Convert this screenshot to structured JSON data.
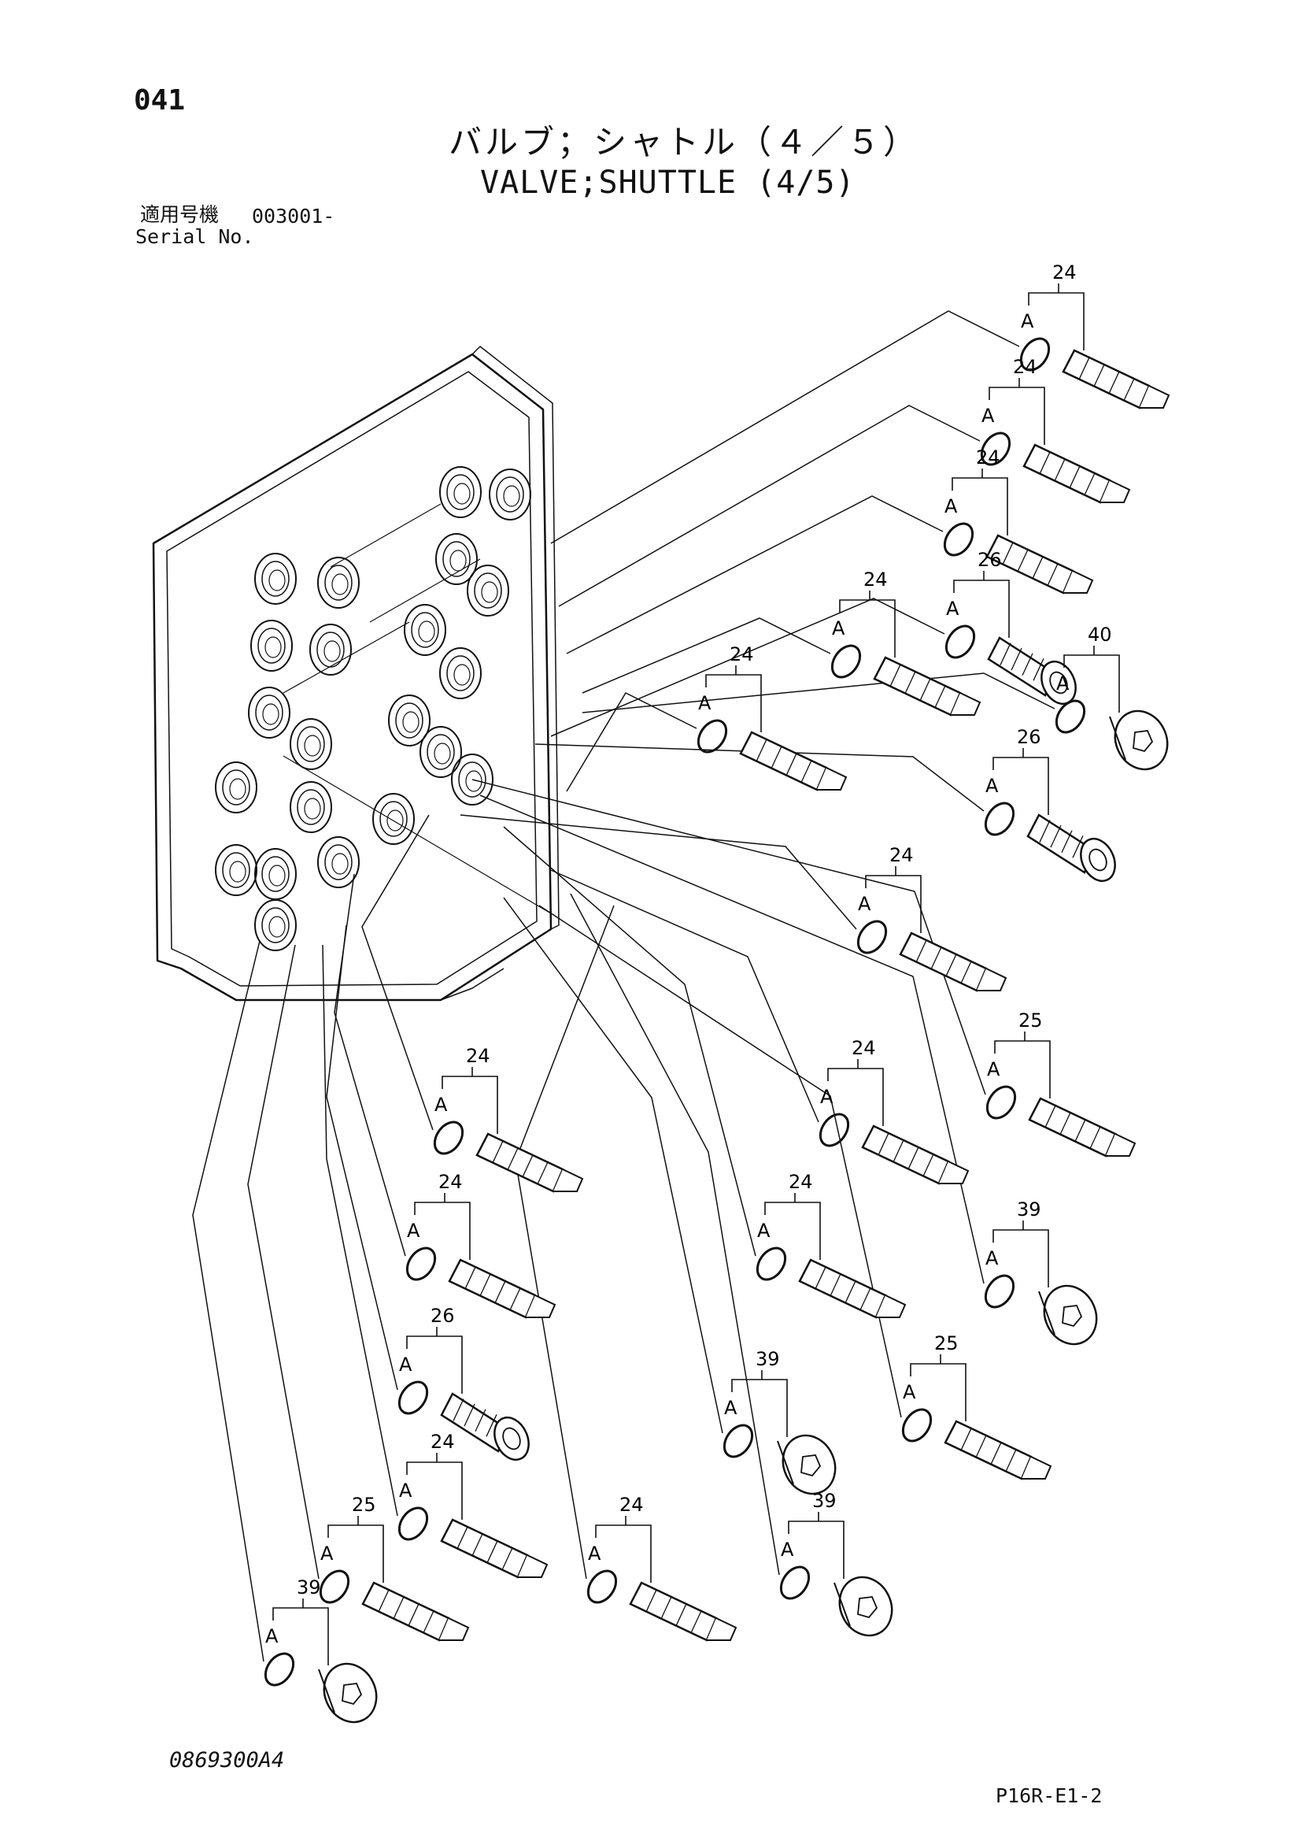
{
  "header": {
    "page_number": "041",
    "title_jp": "バルブ；シャトル（４／５）",
    "title_en": "VALVE;SHUTTLE (4/5)"
  },
  "serial": {
    "label_jp": "適用号機",
    "label_en": "Serial No.",
    "value": "003001-"
  },
  "footer": {
    "drawing_no": "0869300A4",
    "sheet_code": "P16R-E1-2"
  },
  "parts": {
    "seal_letter": "A",
    "callouts": [
      {
        "part": "24",
        "kind": "adapter"
      },
      {
        "part": "24",
        "kind": "adapter"
      },
      {
        "part": "24",
        "kind": "adapter"
      },
      {
        "part": "24",
        "kind": "adapter"
      },
      {
        "part": "26",
        "kind": "reducer"
      },
      {
        "part": "40",
        "kind": "plug"
      },
      {
        "part": "24",
        "kind": "adapter"
      },
      {
        "part": "26",
        "kind": "reducer"
      },
      {
        "part": "24",
        "kind": "adapter"
      },
      {
        "part": "25",
        "kind": "adapter"
      },
      {
        "part": "24",
        "kind": "adapter"
      },
      {
        "part": "24",
        "kind": "adapter"
      },
      {
        "part": "39",
        "kind": "plug"
      },
      {
        "part": "24",
        "kind": "adapter"
      },
      {
        "part": "24",
        "kind": "adapter"
      },
      {
        "part": "26",
        "kind": "reducer"
      },
      {
        "part": "39",
        "kind": "plug"
      },
      {
        "part": "25",
        "kind": "adapter"
      },
      {
        "part": "24",
        "kind": "adapter"
      },
      {
        "part": "25",
        "kind": "adapter"
      },
      {
        "part": "24",
        "kind": "adapter"
      },
      {
        "part": "39",
        "kind": "plug"
      },
      {
        "part": "39",
        "kind": "plug"
      }
    ]
  }
}
